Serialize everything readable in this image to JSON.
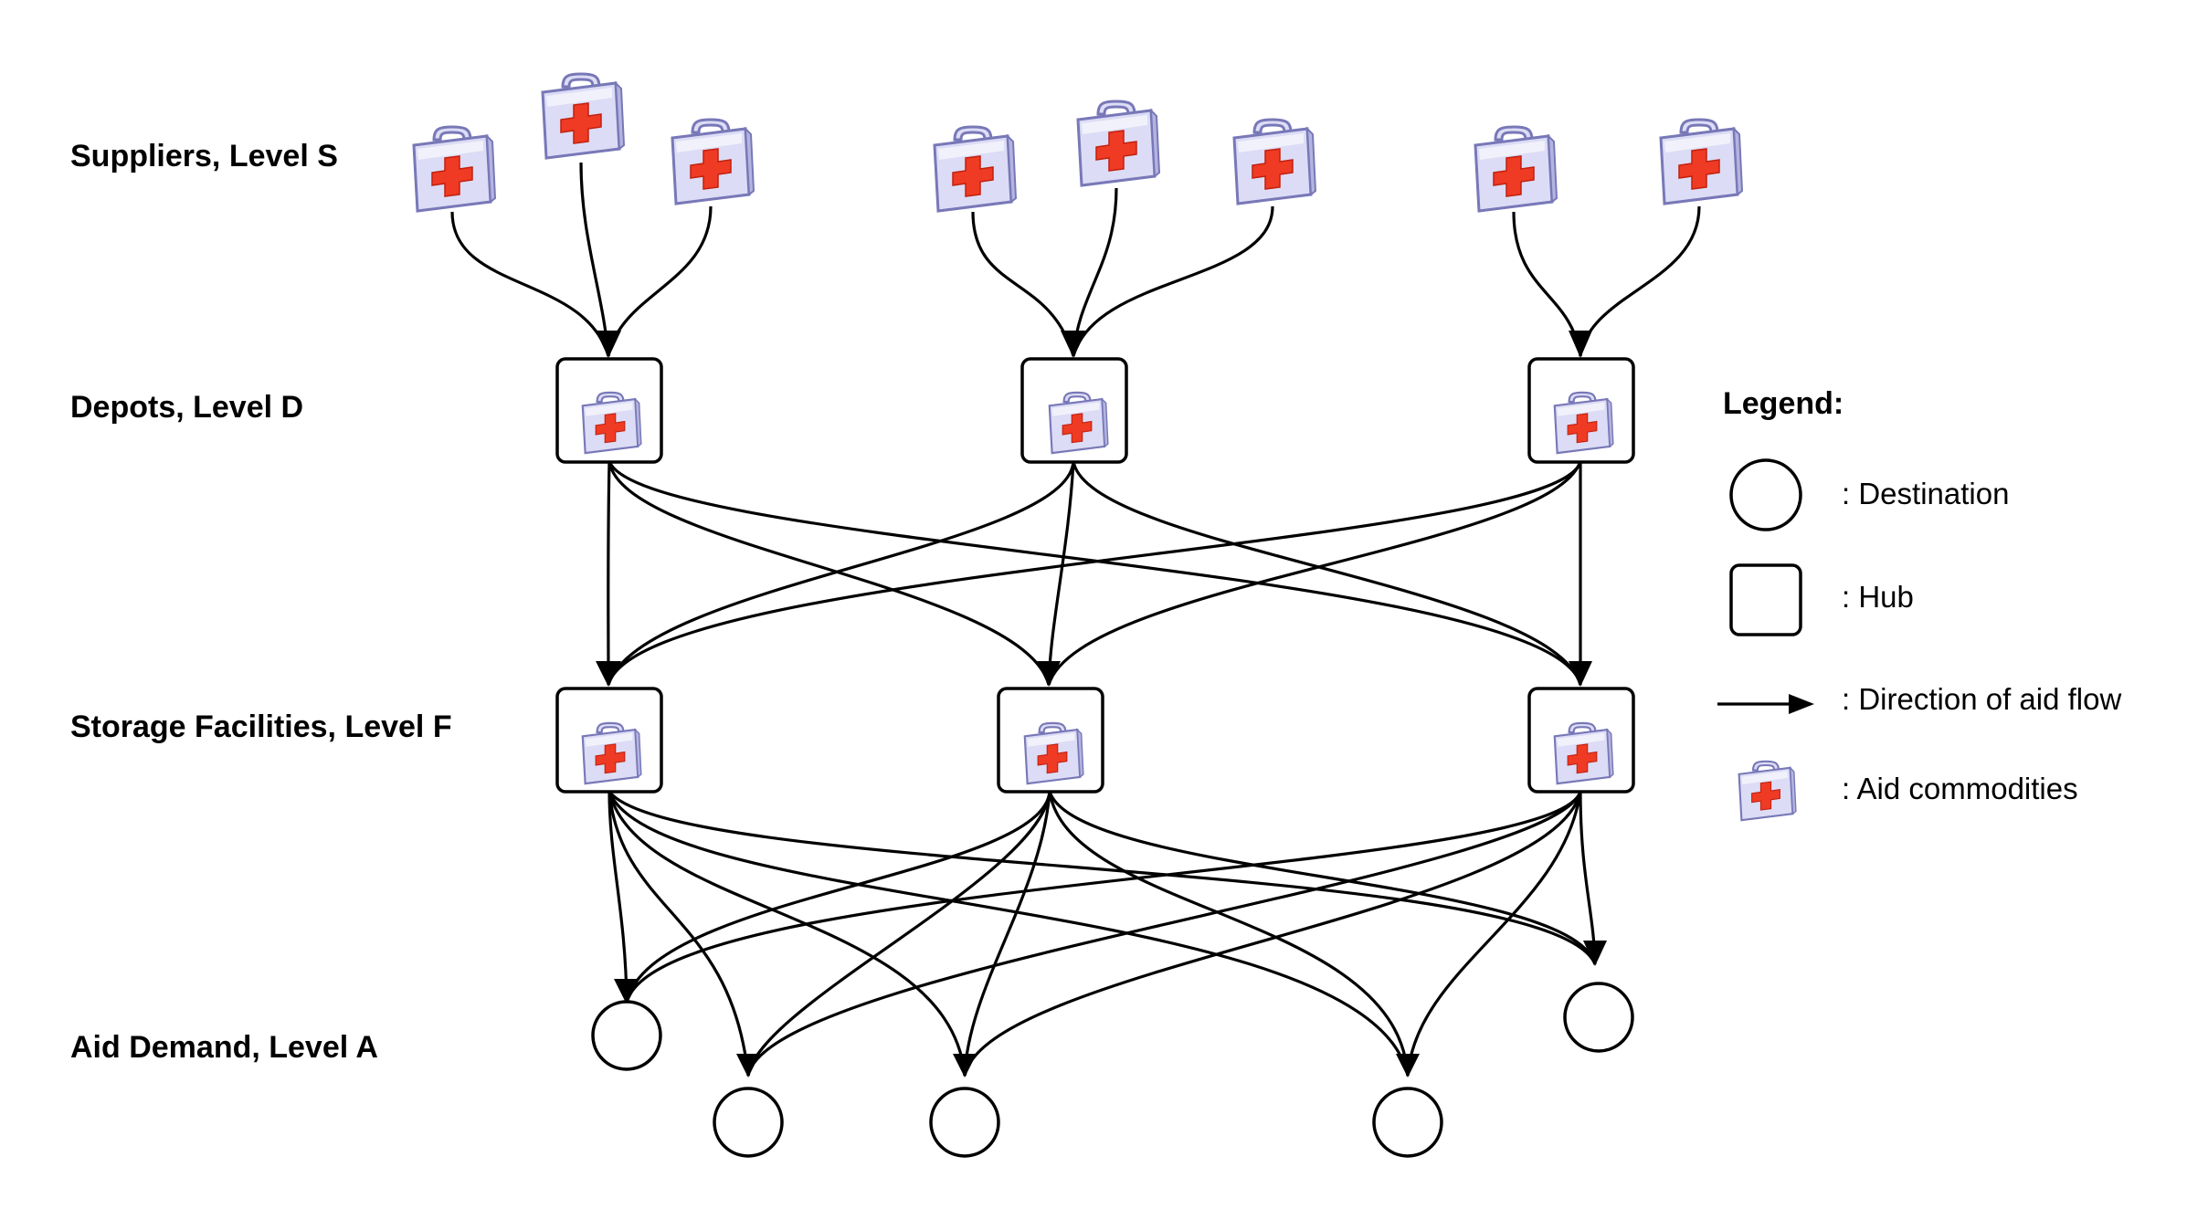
{
  "levels": {
    "suppliers": "Suppliers, Level S",
    "depots": "Depots, Level D",
    "storage": "Storage Facilities, Level F",
    "demand": "Aid Demand, Level A"
  },
  "legend": {
    "title": "Legend:",
    "destination": ": Destination",
    "hub": ": Hub",
    "direction": ": Direction of aid flow",
    "commodities": ": Aid commodities"
  },
  "icons": {
    "aid_kit": "first-aid-kit-icon",
    "colors": {
      "kit_body": "#dcdcf6",
      "kit_outline": "#7878b8",
      "cross": "#ef3b24",
      "stroke": "#000000"
    }
  }
}
